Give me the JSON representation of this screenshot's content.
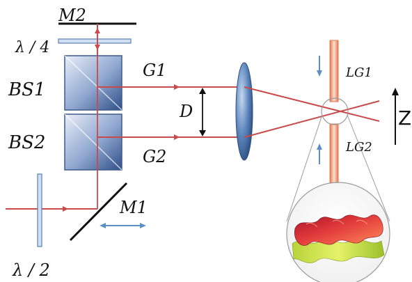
{
  "labels": {
    "m2": "M2",
    "lambda4": "λ / 4",
    "bs1": "BS1",
    "bs2": "BS2",
    "g1": "G1",
    "g2": "G2",
    "d": "D",
    "lg1": "LG1",
    "lg2": "LG2",
    "z": "Z",
    "m1": "M1",
    "lambda2": "λ / 2"
  },
  "colors": {
    "beam": "#c84a4a",
    "arrow_blue": "#5c8fc3",
    "optic_blue": "#7f9fcf",
    "lens_blue": "#3e6aa6",
    "lg_orange": "#e8774f",
    "mirror": "#111111"
  }
}
